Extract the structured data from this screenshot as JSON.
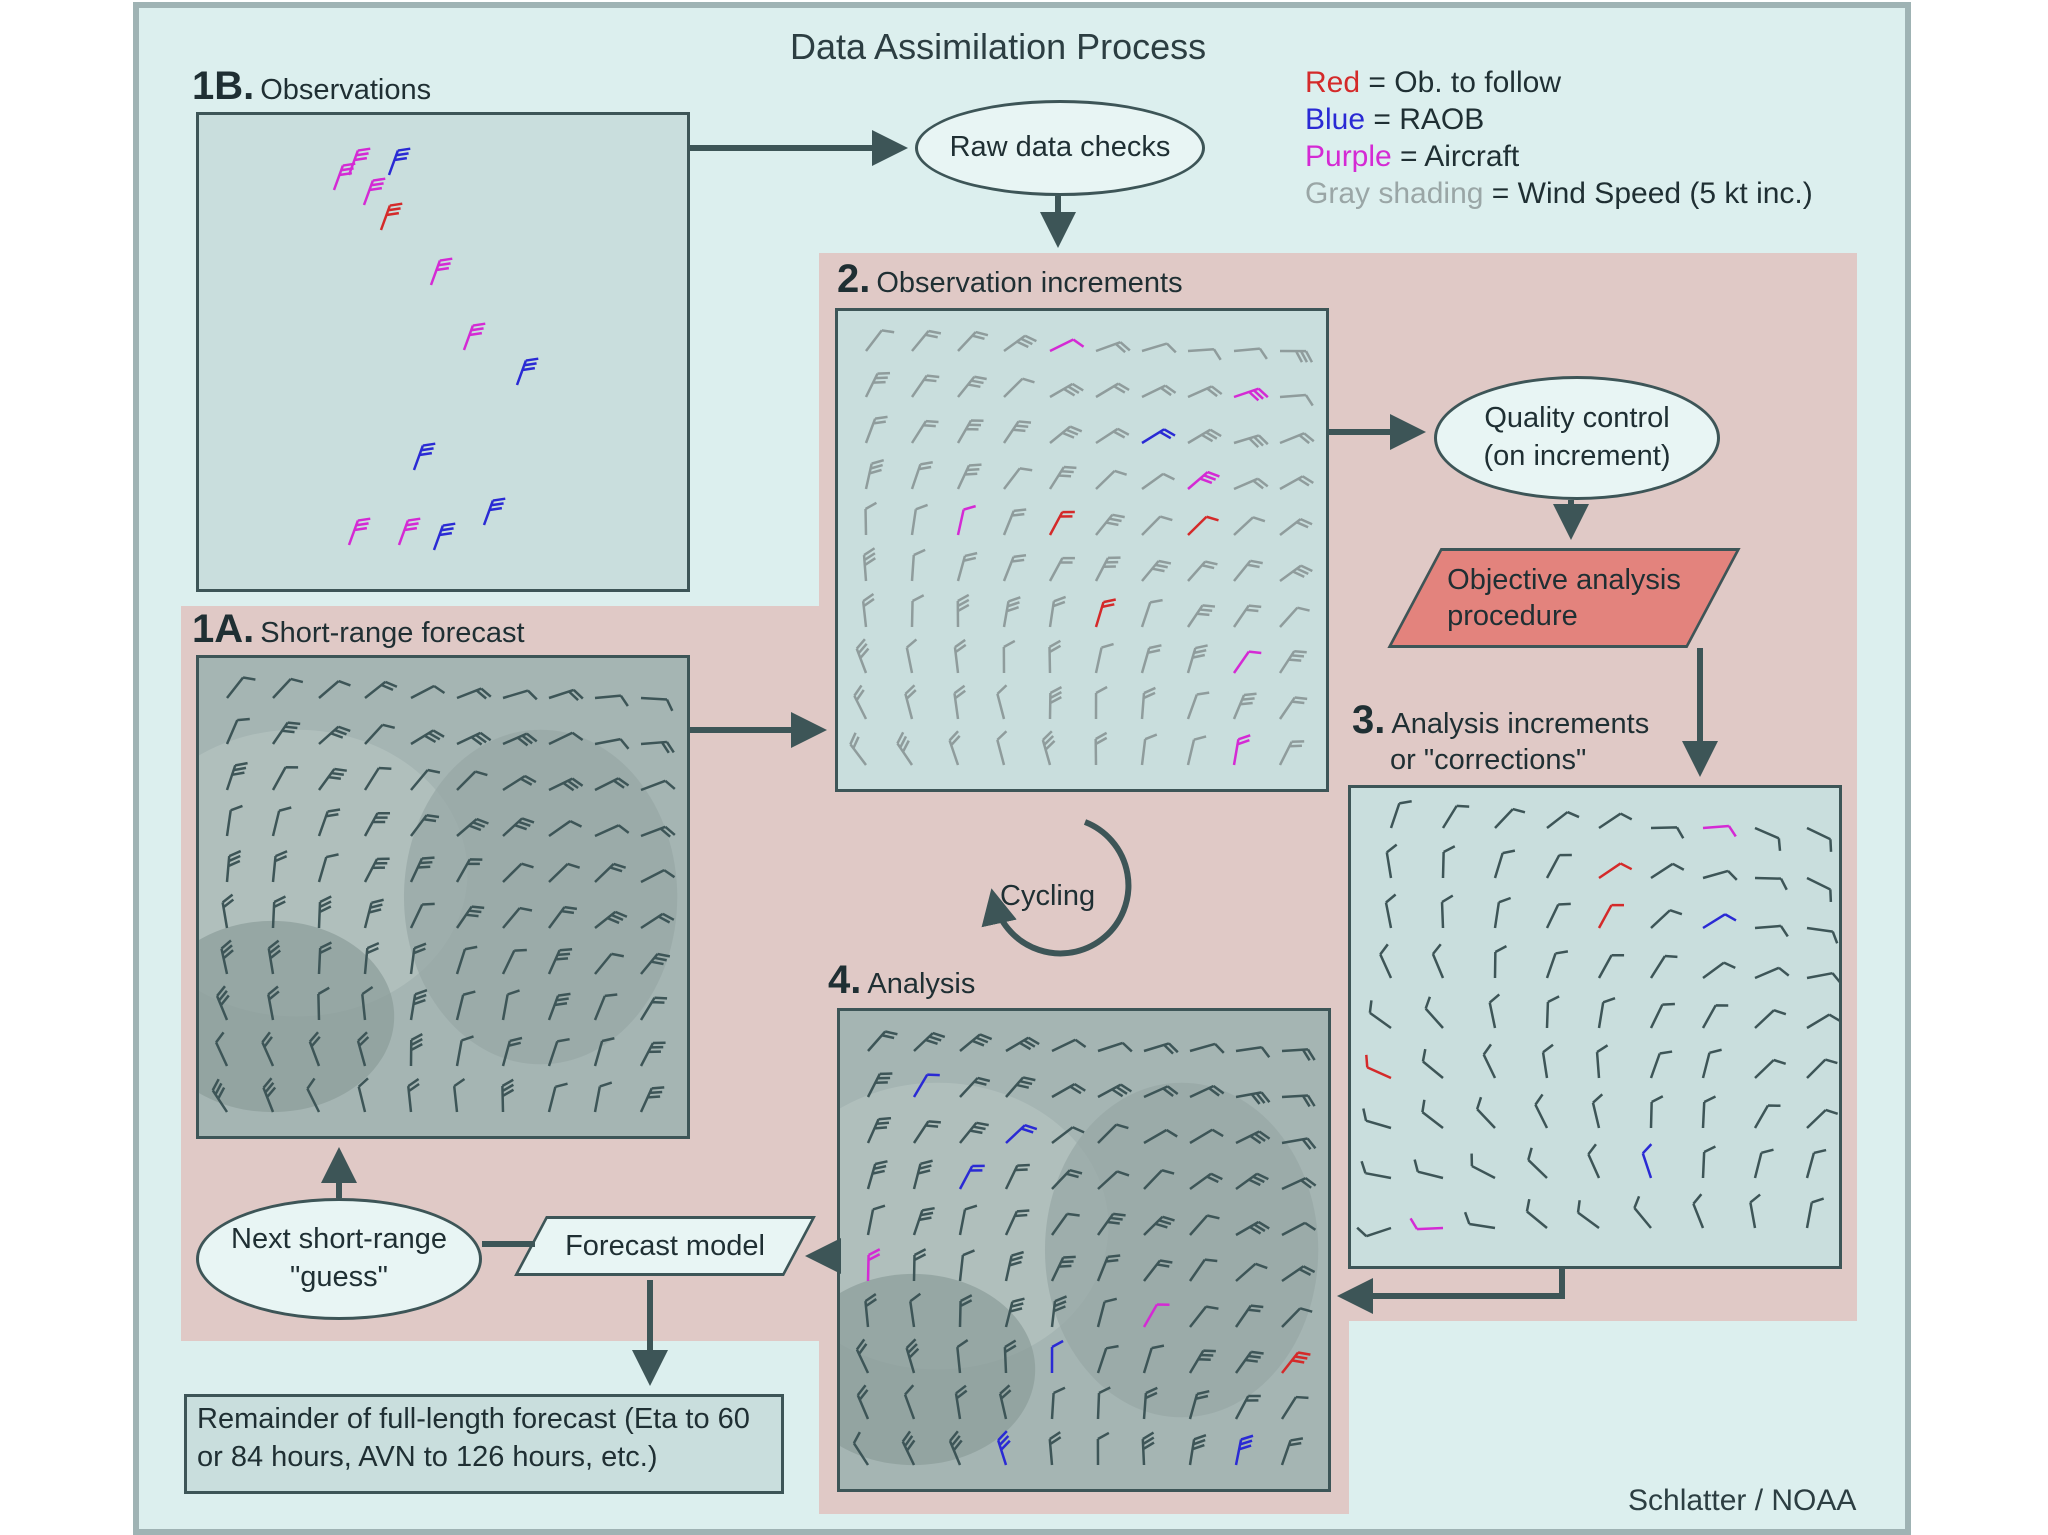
{
  "title": "Data Assimilation Process",
  "legend": [
    {
      "key": "Red",
      "text": " = Ob. to follow",
      "color": "#d42a2a"
    },
    {
      "key": "Blue",
      "text": " = RAOB",
      "color": "#2a2ad4"
    },
    {
      "key": "Purple",
      "text": " = Aircraft",
      "color": "#d42ad4"
    },
    {
      "key": "Gray shading",
      "text": " = Wind Speed (5 kt inc.)",
      "color": "#9aa6a6"
    }
  ],
  "panels": {
    "observations": {
      "num": "1B.",
      "label": "Observations"
    },
    "increments": {
      "num": "2.",
      "label": "Observation increments"
    },
    "forecast": {
      "num": "1A.",
      "label": "Short-range forecast"
    },
    "corrections": {
      "num": "3.",
      "label_line1": "Analysis increments",
      "label_line2": "or \"corrections\""
    },
    "analysis": {
      "num": "4.",
      "label": "Analysis"
    }
  },
  "steps": {
    "raw_checks": "Raw data checks",
    "quality_control": "Quality control\n(on increment)",
    "objective_analysis": "Objective analysis\nprocedure",
    "cycling": "Cycling",
    "next_guess": "Next short-range\n\"guess\"",
    "forecast_model": "Forecast model",
    "remainder": "Remainder of full-length forecast (Eta to 60 or 84 hours, AVN to 126 hours, etc.)"
  },
  "credit": "Schlatter / NOAA",
  "colors": {
    "ob_to_follow": "#d42a2a",
    "raob": "#2a2ad4",
    "aircraft": "#d42ad4",
    "barb_gray": "#8f9c9c",
    "barb_dark": "#3d5557",
    "pink_region": "#e0c9c6",
    "objective_box": "#e3837d"
  },
  "icons": [
    "wind-barb-icon",
    "cycling-arrow-icon"
  ]
}
